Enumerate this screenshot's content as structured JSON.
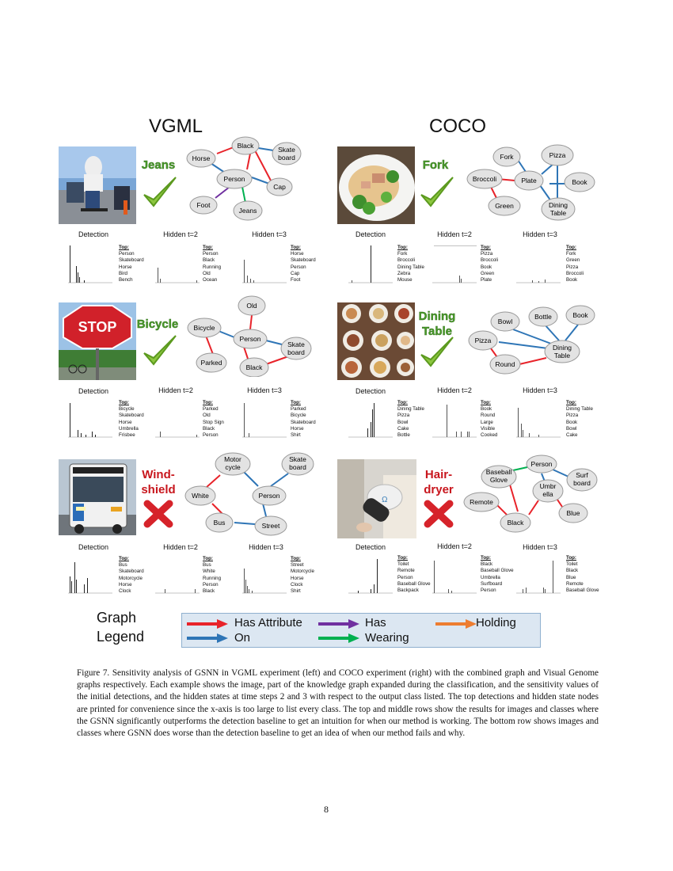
{
  "titles": {
    "left": "VGML",
    "right": "COCO"
  },
  "panel_labels": {
    "detection": "Detection",
    "hidden2": "Hidden t=2",
    "hidden3": "Hidden t=3",
    "top": "Top:"
  },
  "panels": [
    {
      "class_label": "Jeans",
      "result": "correct",
      "nodes": [
        "Black",
        "Skate board",
        "Horse",
        "Person",
        "Cap",
        "Foot",
        "Jeans"
      ],
      "det_top": [
        "Person",
        "Skateboard",
        "Horse",
        "Bird",
        "Bench"
      ],
      "h2_top": [
        "Person",
        "Black",
        "Running",
        "Old",
        "Ocean"
      ],
      "h3_top": [
        "Horse",
        "Skateboard",
        "Person",
        "Cap",
        "Foot"
      ]
    },
    {
      "class_label": "Fork",
      "result": "correct",
      "nodes": [
        "Fork",
        "Pizza",
        "Broccoli",
        "Plate",
        "Book",
        "Green",
        "Dining Table"
      ],
      "det_top": [
        "Fork",
        "Broccoli",
        "Dining Table",
        "Zebra",
        "Mouse"
      ],
      "h2_top": [
        "Pizza",
        "Broccoli",
        "Book",
        "Green",
        "Plate"
      ],
      "h3_top": [
        "Fork",
        "Green",
        "Pizza",
        "Broccoli",
        "Book"
      ]
    },
    {
      "class_label": "Bicycle",
      "result": "correct",
      "nodes": [
        "Old",
        "Bicycle",
        "Person",
        "Skate board",
        "Parked",
        "Black"
      ],
      "det_top": [
        "Bicycle",
        "Skateboard",
        "Horse",
        "Umbrella",
        "Frisbee"
      ],
      "h2_top": [
        "Parked",
        "Old",
        "Stop Sign",
        "Black",
        "Person"
      ],
      "h3_top": [
        "Parked",
        "Bicycle",
        "Skateboard",
        "Horse",
        "Shirt"
      ]
    },
    {
      "class_label": "Dining Table",
      "result": "correct",
      "nodes": [
        "Bowl",
        "Bottle",
        "Book",
        "Pizza",
        "Dining Table",
        "Round"
      ],
      "det_top": [
        "Dining Table",
        "Pizza",
        "Bowl",
        "Cake",
        "Bottle"
      ],
      "h2_top": [
        "Book",
        "Round",
        "Large",
        "Visible",
        "Cooked"
      ],
      "h3_top": [
        "Dining Table",
        "Pizza",
        "Book",
        "Bowl",
        "Cake"
      ]
    },
    {
      "class_label": "Wind- shield",
      "result": "wrong",
      "nodes": [
        "Motor cycle",
        "Skate board",
        "White",
        "Person",
        "Bus",
        "Street"
      ],
      "det_top": [
        "Bus",
        "Skateboard",
        "Motorcycle",
        "Horse",
        "Clock"
      ],
      "h2_top": [
        "Bus",
        "White",
        "Running",
        "Person",
        "Black"
      ],
      "h3_top": [
        "Street",
        "Motorcycle",
        "Horse",
        "Clock",
        "Shirt"
      ]
    },
    {
      "class_label": "Hair- dryer",
      "result": "wrong",
      "nodes": [
        "Person",
        "Baseball Glove",
        "Surf board",
        "Umbr ella",
        "Remote",
        "Blue",
        "Black"
      ],
      "det_top": [
        "Toilet",
        "Remote",
        "Person",
        "Baseball Glove",
        "Backpack"
      ],
      "h2_top": [
        "Black",
        "Baseball Glove",
        "Umbrella",
        "Surfboard",
        "Person"
      ],
      "h3_top": [
        "Toilet",
        "Black",
        "Blue",
        "Remote",
        "Baseball Glove"
      ]
    }
  ],
  "legend": {
    "title_line1": "Graph",
    "title_line2": "Legend",
    "items": [
      {
        "label": "Has Attribute",
        "color": "#e8232a"
      },
      {
        "label": "Has",
        "color": "#7030a0"
      },
      {
        "label": "Holding",
        "color": "#ed7d31"
      },
      {
        "label": "On",
        "color": "#2e75b6"
      },
      {
        "label": "Wearing",
        "color": "#00b050"
      }
    ]
  },
  "caption": "Figure 7. Sensitivity analysis of GSNN in VGML experiment (left) and COCO experiment (right) with the combined graph and Visual Genome graphs respectively. Each example shows the image, part of the knowledge graph expanded during the classification, and the sensitivity values of the initial detections, and the hidden states at time steps 2 and 3 with respect to the output class listed. The top detections and hidden state nodes are printed for convenience since the x-axis is too large to list every class. The top and middle rows show the results for images and classes where the GSNN significantly outperforms the detection baseline to get an intuition for when our method is working. The bottom row shows images and classes where GSNN does worse than the detection baseline to get an idea of when our method fails and why.",
  "page_number": "8"
}
